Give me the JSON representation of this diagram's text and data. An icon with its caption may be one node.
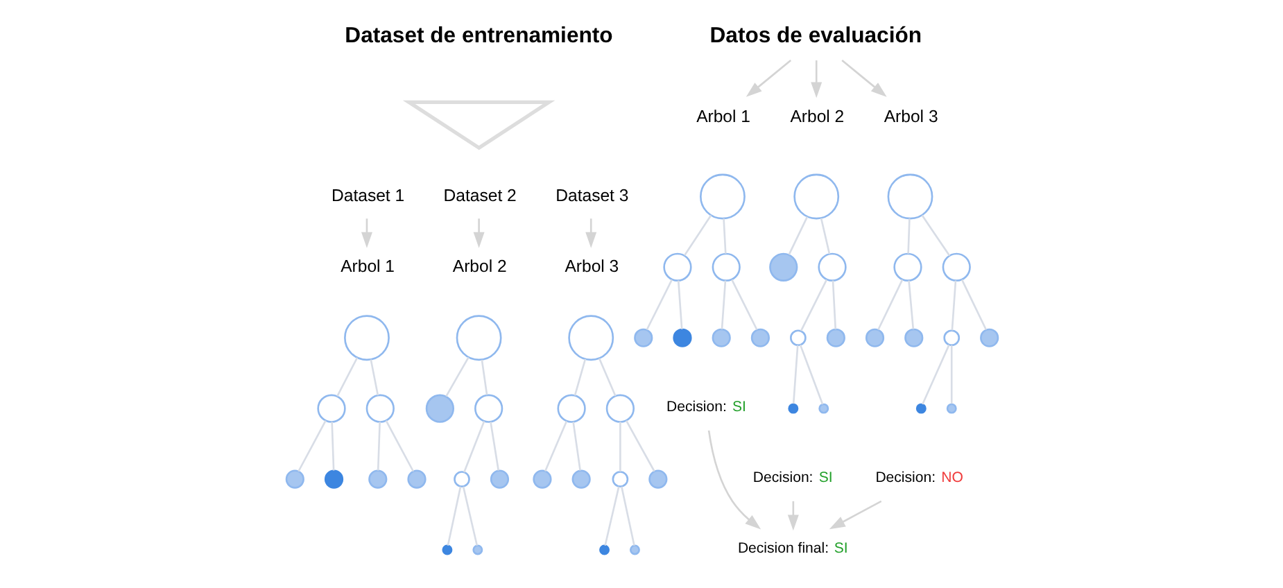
{
  "diagram": {
    "nodes": [
      {
        "text": [
          "Dataset de entrenamiento"
        ]
      },
      {
        "text": [],
        "shape": "arrow"
      },
      {
        "text": [
          "Dataset 1"
        ]
      },
      {
        "text": [
          "Dataset 2"
        ]
      },
      {
        "text": [
          "Dataset 3"
        ]
      },
      {
        "text": [
          "Arbol 1"
        ]
      },
      {
        "text": [
          "Arbol 2"
        ]
      },
      {
        "text": [
          "Arbol 3"
        ]
      },
      {
        "text": [],
        "shape": "circle"
      },
      {
        "text": [],
        "shape": "circle"
      },
      {
        "text": [],
        "shape": "circle"
      },
      {
        "text": [],
        "shape": "circle"
      },
      {
        "text": [],
        "shape": "circle"
      },
      {
        "text": [],
        "shape": "circle"
      },
      {
        "text": [],
        "shape": "circle"
      },
      {
        "text": [],
        "shape": "circle"
      },
      {
        "text": [],
        "shape": "circle"
      },
      {
        "text": [],
        "shape": "circle"
      },
      {
        "text": [],
        "shape": "circle"
      },
      {
        "text": [],
        "shape": "circle"
      },
      {
        "text": [],
        "shape": "circle"
      },
      {
        "text": [],
        "shape": "circle"
      },
      {
        "text": [],
        "shape": "circle"
      },
      {
        "text": [],
        "shape": "circle"
      },
      {
        "text": [],
        "shape": "circle"
      },
      {
        "text": [],
        "shape": "circle"
      },
      {
        "text": [],
        "shape": "circle"
      },
      {
        "text": [],
        "shape": "circle"
      },
      {
        "text": [],
        "shape": "circle"
      },
      {
        "text": [],
        "shape": "circle"
      },
      {
        "text": [],
        "shape": "circle"
      },
      {
        "text": [
          "Datos de evaluación"
        ]
      },
      {
        "text": [
          "Arbol 1"
        ]
      },
      {
        "text": [
          "Arbol 2"
        ]
      },
      {
        "text": [
          "Arbol 3"
        ]
      },
      {
        "text": [],
        "shape": "circle"
      },
      {
        "text": [],
        "shape": "circle"
      },
      {
        "text": [],
        "shape": "circle"
      },
      {
        "text": [],
        "shape": "circle"
      },
      {
        "text": [],
        "shape": "circle"
      },
      {
        "text": [],
        "shape": "circle"
      },
      {
        "text": [],
        "shape": "circle"
      },
      {
        "text": [],
        "shape": "circle"
      },
      {
        "text": [],
        "shape": "circle"
      },
      {
        "text": [],
        "shape": "circle"
      },
      {
        "text": [],
        "shape": "circle"
      },
      {
        "text": [],
        "shape": "circle"
      },
      {
        "text": [],
        "shape": "circle"
      },
      {
        "text": [],
        "shape": "circle"
      },
      {
        "text": [],
        "shape": "circle"
      },
      {
        "text": [],
        "shape": "circle"
      },
      {
        "text": [],
        "shape": "circle"
      },
      {
        "text": [],
        "shape": "circle"
      },
      {
        "text": [],
        "shape": "circle"
      },
      {
        "text": [],
        "shape": "circle"
      },
      {
        "text": [],
        "shape": "circle"
      },
      {
        "text": [],
        "shape": "circle"
      },
      {
        "text": [],
        "shape": "circle"
      },
      {
        "text": [
          "Decision:",
          "SI"
        ]
      },
      {
        "text": [
          "Decision:",
          "SI"
        ]
      },
      {
        "text": [
          "Decision:",
          "NO"
        ]
      },
      {
        "text": [
          "Decision final:",
          "SI"
        ]
      }
    ],
    "edges": [
      {
        "from": 2,
        "to": 5,
        "arrow": "to",
        "color": "#d4d4d4"
      },
      {
        "from": 3,
        "to": 6,
        "arrow": "to",
        "color": "#d4d4d4"
      },
      {
        "from": 4,
        "to": 7,
        "arrow": "to",
        "color": "#d4d4d4"
      },
      {
        "from": 8,
        "to": 9,
        "arrow": "none"
      },
      {
        "from": 8,
        "to": 10,
        "arrow": "none"
      },
      {
        "from": 9,
        "to": 11,
        "arrow": "none"
      },
      {
        "from": 9,
        "to": 12,
        "arrow": "none"
      },
      {
        "from": 10,
        "to": 13,
        "arrow": "none"
      },
      {
        "from": 10,
        "to": 14,
        "arrow": "none"
      },
      {
        "from": 15,
        "to": 16,
        "arrow": "none"
      },
      {
        "from": 15,
        "to": 17,
        "arrow": "none"
      },
      {
        "from": 17,
        "to": 18,
        "arrow": "none"
      },
      {
        "from": 17,
        "to": 19,
        "arrow": "none"
      },
      {
        "from": 18,
        "to": 20,
        "arrow": "none"
      },
      {
        "from": 18,
        "to": 21,
        "arrow": "none"
      },
      {
        "from": 22,
        "to": 23,
        "arrow": "none"
      },
      {
        "from": 22,
        "to": 24,
        "arrow": "none"
      },
      {
        "from": 23,
        "to": 25,
        "arrow": "none"
      },
      {
        "from": 23,
        "to": 26,
        "arrow": "none"
      },
      {
        "from": 24,
        "to": 27,
        "arrow": "none"
      },
      {
        "from": 24,
        "to": 28,
        "arrow": "none"
      },
      {
        "from": 27,
        "to": 29,
        "arrow": "none"
      },
      {
        "from": 27,
        "to": 30,
        "arrow": "none"
      },
      {
        "from": 31,
        "to": 32,
        "arrow": "to",
        "color": "#d4d4d4"
      },
      {
        "from": 31,
        "to": 33,
        "arrow": "to",
        "color": "#d4d4d4"
      },
      {
        "from": 31,
        "to": 34,
        "arrow": "to",
        "color": "#d4d4d4"
      },
      {
        "from": 35,
        "to": 36,
        "arrow": "none"
      },
      {
        "from": 35,
        "to": 37,
        "arrow": "none"
      },
      {
        "from": 36,
        "to": 38,
        "arrow": "none"
      },
      {
        "from": 36,
        "to": 39,
        "arrow": "none"
      },
      {
        "from": 37,
        "to": 40,
        "arrow": "none"
      },
      {
        "from": 37,
        "to": 41,
        "arrow": "none"
      },
      {
        "from": 42,
        "to": 43,
        "arrow": "none"
      },
      {
        "from": 42,
        "to": 44,
        "arrow": "none"
      },
      {
        "from": 44,
        "to": 45,
        "arrow": "none"
      },
      {
        "from": 44,
        "to": 46,
        "arrow": "none"
      },
      {
        "from": 45,
        "to": 47,
        "arrow": "none"
      },
      {
        "from": 45,
        "to": 48,
        "arrow": "none"
      },
      {
        "from": 49,
        "to": 50,
        "arrow": "none"
      },
      {
        "from": 49,
        "to": 51,
        "arrow": "none"
      },
      {
        "from": 50,
        "to": 52,
        "arrow": "none"
      },
      {
        "from": 50,
        "to": 53,
        "arrow": "none"
      },
      {
        "from": 51,
        "to": 54,
        "arrow": "none"
      },
      {
        "from": 51,
        "to": 55,
        "arrow": "none"
      },
      {
        "from": 54,
        "to": 56,
        "arrow": "none"
      },
      {
        "from": 54,
        "to": 57,
        "arrow": "none"
      },
      {
        "from": 58,
        "to": 61,
        "arrow": "to",
        "color": "#d4d4d4"
      },
      {
        "from": 59,
        "to": 61,
        "arrow": "to",
        "color": "#d4d4d4"
      },
      {
        "from": 60,
        "to": 61,
        "arrow": "to",
        "color": "#d4d4d4"
      }
    ]
  }
}
